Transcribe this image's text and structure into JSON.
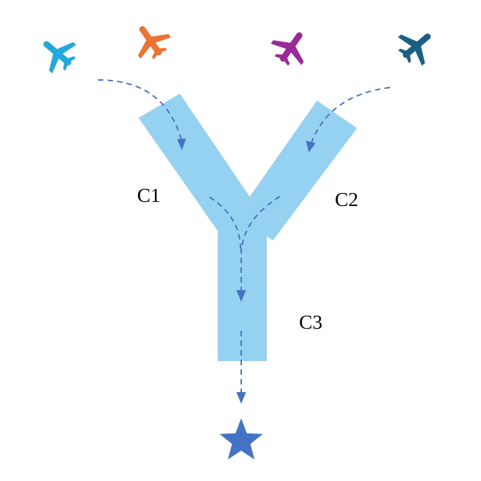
{
  "corridors": [
    {
      "id": "c1",
      "label": "C1"
    },
    {
      "id": "c2",
      "label": "C2"
    },
    {
      "id": "c3",
      "label": "C3"
    }
  ],
  "aircraft": [
    {
      "icon": "airplane-icon",
      "color": "#21a9dc"
    },
    {
      "icon": "airplane-icon",
      "color": "#ed7333"
    },
    {
      "icon": "airplane-icon",
      "color": "#9c2a96"
    },
    {
      "icon": "airplane-icon",
      "color": "#1a5f86"
    }
  ],
  "destination": {
    "icon": "star-icon",
    "color": "#4472c4"
  },
  "colors": {
    "corridor": "#95d2f2",
    "path": "#4472c4"
  }
}
